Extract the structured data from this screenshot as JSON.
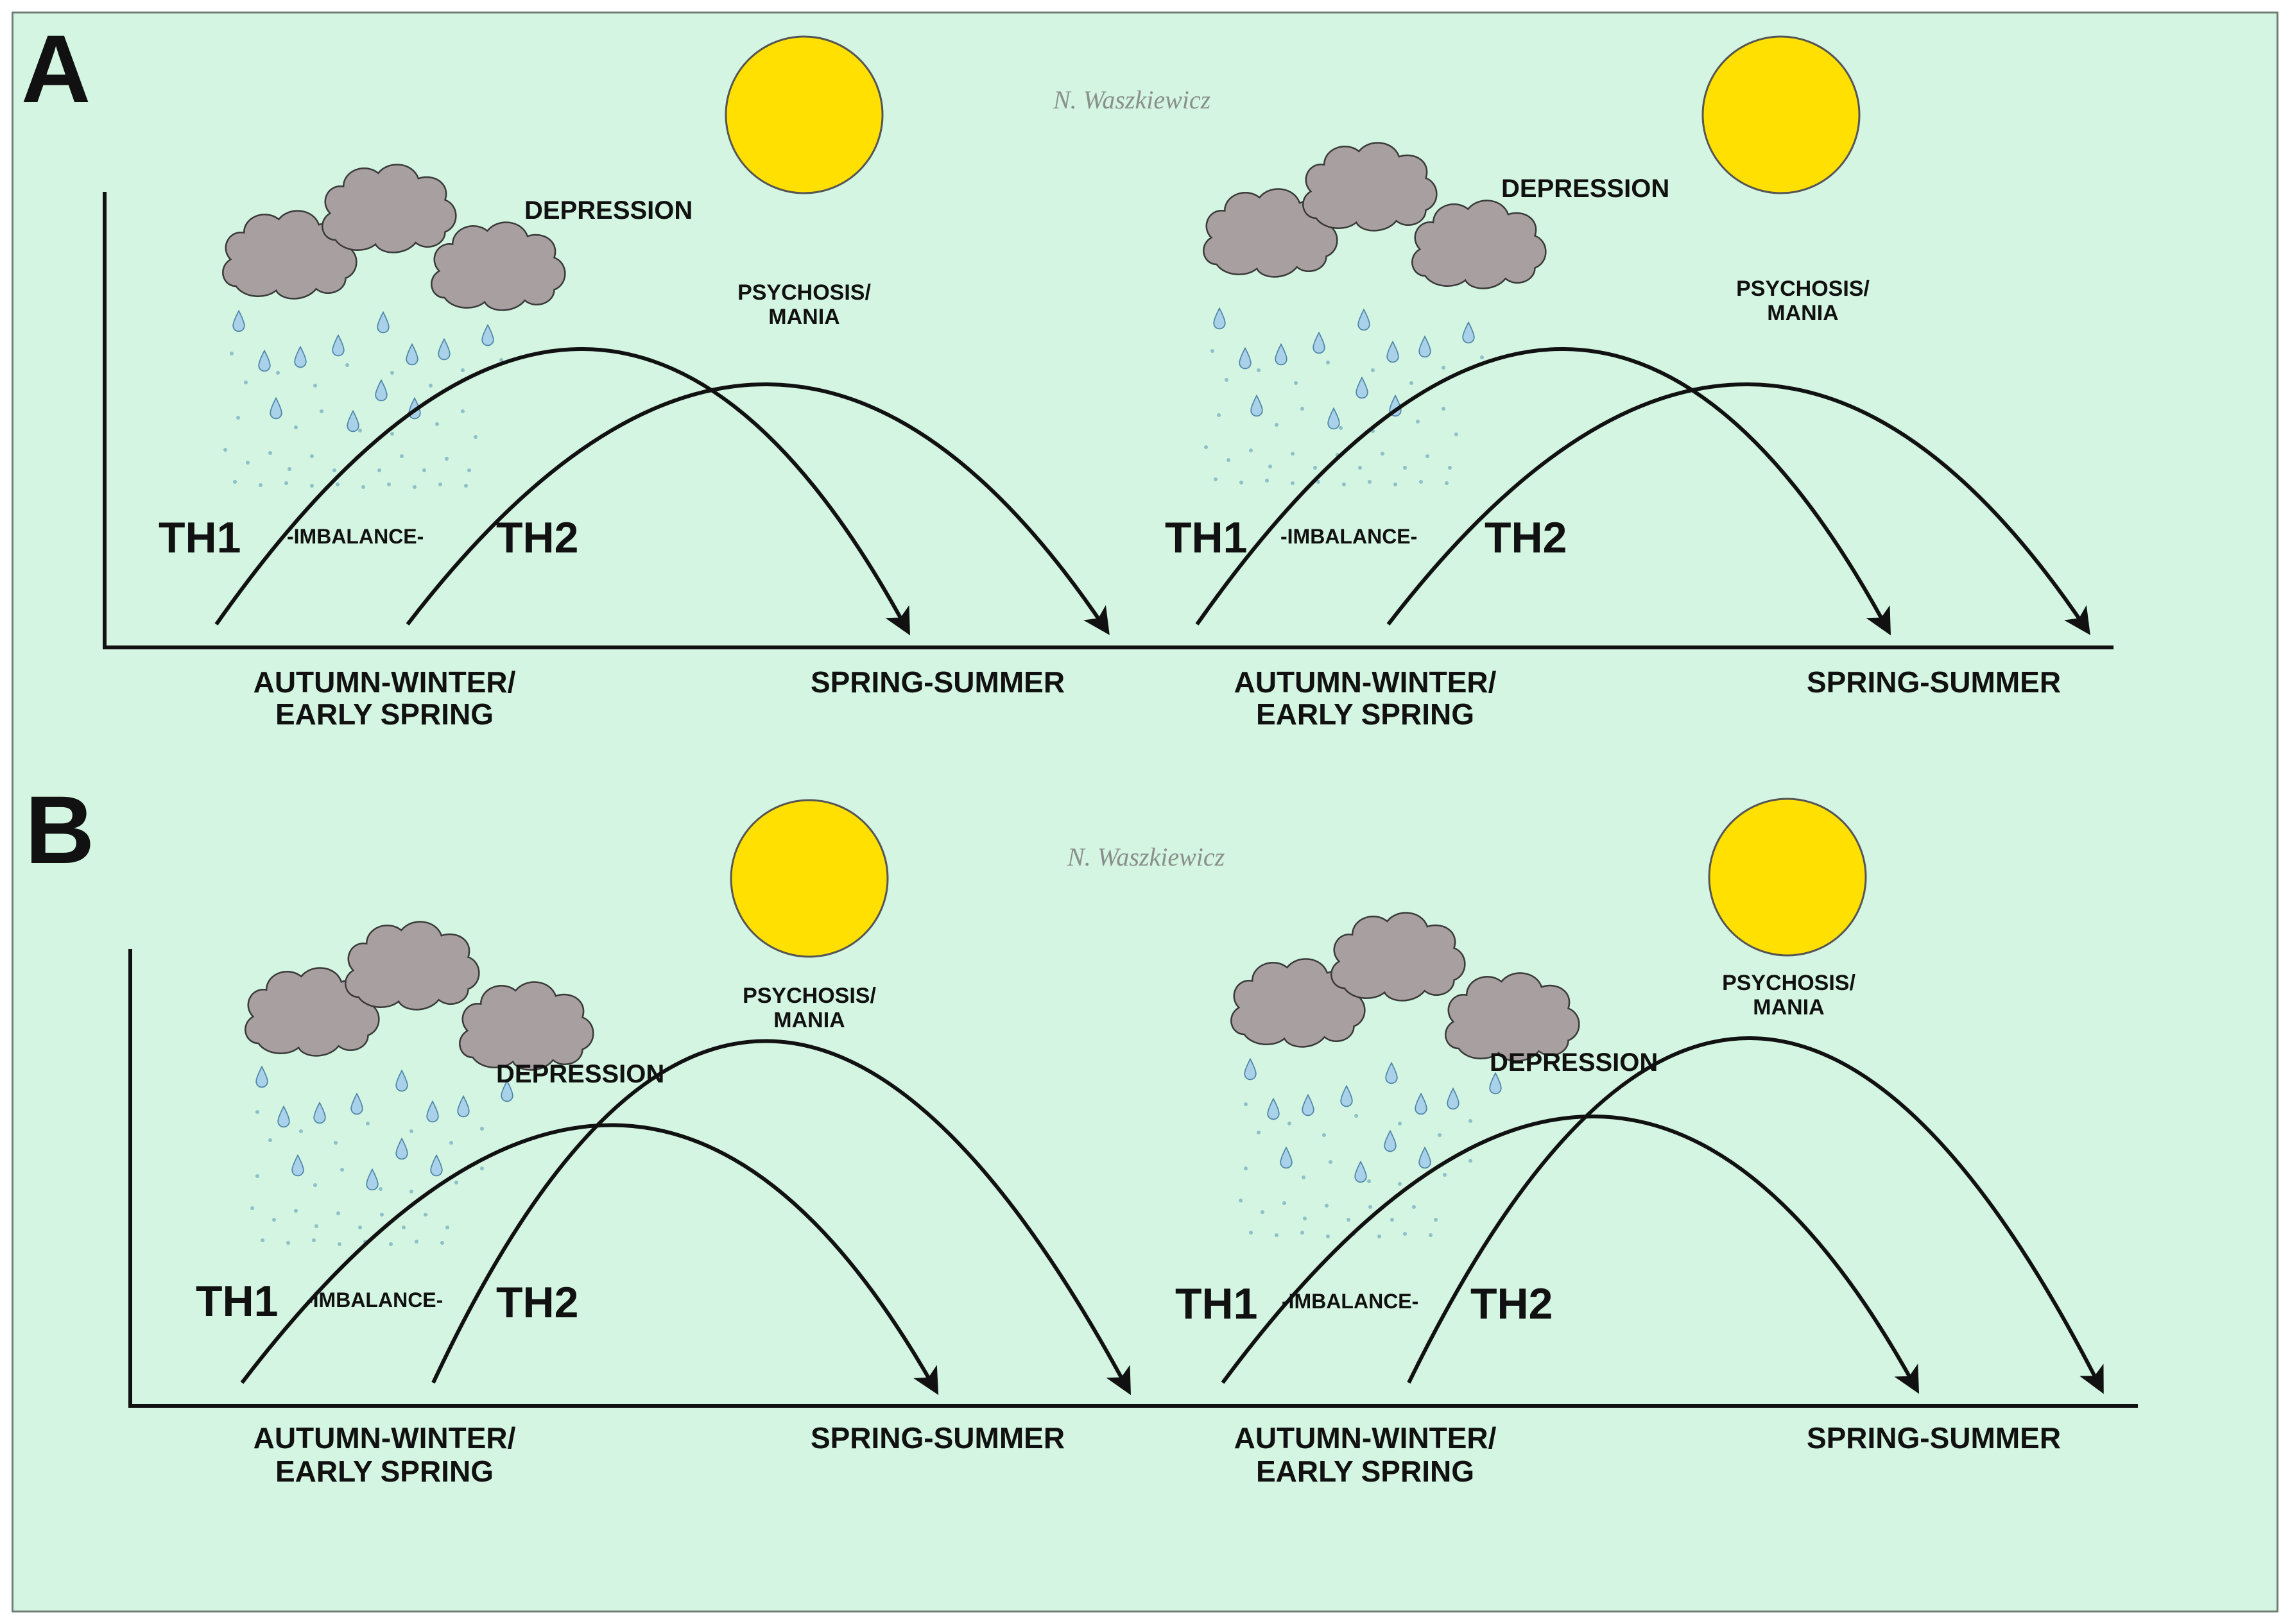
{
  "panels": [
    {
      "letter": "A",
      "signature": "N. Waszkiewicz",
      "units": [
        {
          "depression": "DEPRESSION",
          "psychosis_line1": "PSYCHOSIS/",
          "psychosis_line2": "MANIA",
          "th1": "TH1",
          "imbalance": "-IMBALANCE-",
          "th2": "TH2",
          "season_left_line1": "AUTUMN-WINTER/",
          "season_left_line2": "EARLY SPRING",
          "season_right": "SPRING-SUMMER"
        },
        {
          "depression": "DEPRESSION",
          "psychosis_line1": "PSYCHOSIS/",
          "psychosis_line2": "MANIA",
          "th1": "TH1",
          "imbalance": "-IMBALANCE-",
          "th2": "TH2",
          "season_left_line1": "AUTUMN-WINTER/",
          "season_left_line2": "EARLY SPRING",
          "season_right": "SPRING-SUMMER"
        }
      ]
    },
    {
      "letter": "B",
      "signature": "N. Waszkiewicz",
      "units": [
        {
          "depression": "DEPRESSION",
          "psychosis_line1": "PSYCHOSIS/",
          "psychosis_line2": "MANIA",
          "th1": "TH1",
          "imbalance": "-IMBALANCE-",
          "th2": "TH2",
          "season_left_line1": "AUTUMN-WINTER/",
          "season_left_line2": "EARLY SPRING",
          "season_right": "SPRING-SUMMER"
        },
        {
          "depression": "DEPRESSION",
          "psychosis_line1": "PSYCHOSIS/",
          "psychosis_line2": "MANIA",
          "th1": "TH1",
          "imbalance": "-IMBALANCE-",
          "th2": "TH2",
          "season_left_line1": "AUTUMN-WINTER/",
          "season_left_line2": "EARLY SPRING",
          "season_right": "SPRING-SUMMER"
        }
      ]
    }
  ],
  "colors": {
    "background": "#d3f5e1",
    "sun": "#ffe000",
    "cloud": "#a89fa0",
    "raindrop": "#a9d2ea",
    "curve": "#111111"
  },
  "icons": [
    "sun-icon",
    "cloud-icon",
    "raindrop-icon"
  ]
}
